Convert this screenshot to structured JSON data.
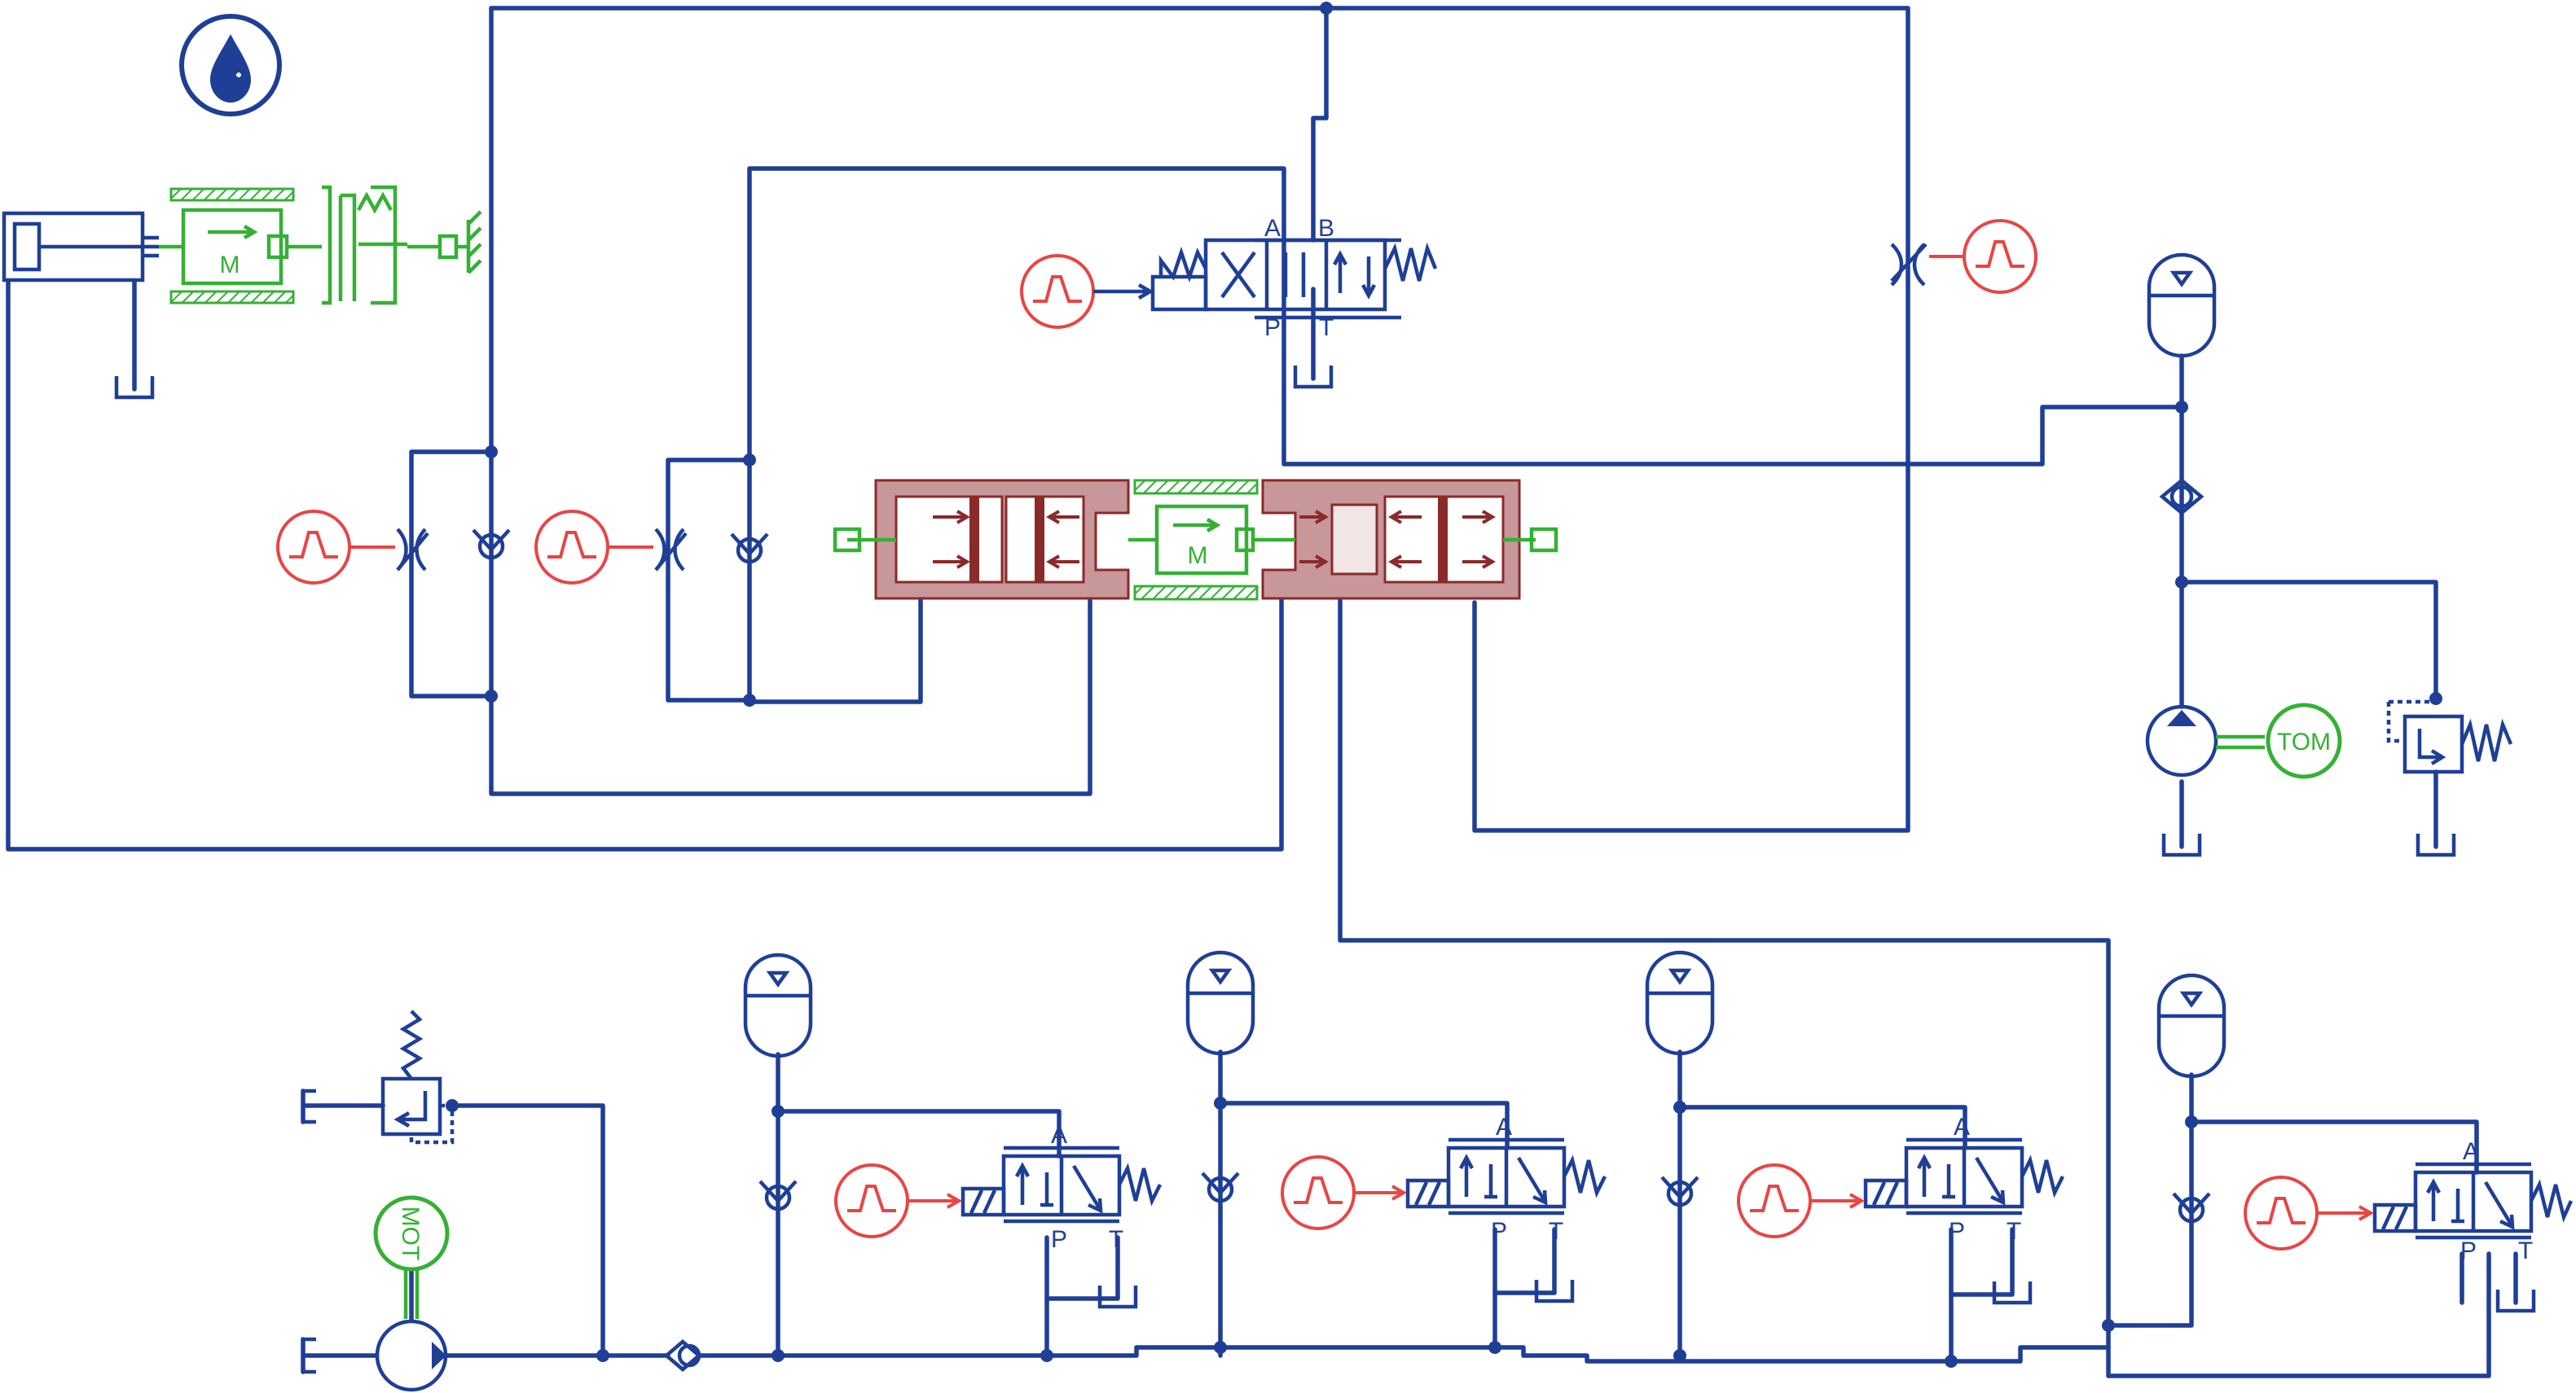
{
  "ports": {
    "a": "A",
    "b": "B",
    "p": "P",
    "t": "T"
  },
  "motors": {
    "pump_motor_top": "TOM",
    "pump_motor_bottom": "MOT"
  },
  "mass_label": "M",
  "icons": {
    "fluid": "water-drop-icon",
    "signal": "signal-source-icon"
  },
  "colors": {
    "hydraulic": "#1f3f96",
    "mechanical": "#35b035",
    "signal": "#e84545",
    "pilot_piston": "#8b2a2a"
  }
}
